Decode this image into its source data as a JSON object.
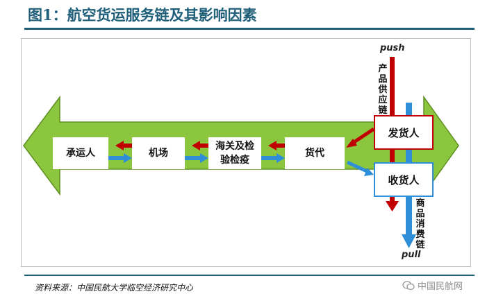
{
  "title": "图1：航空货运服务链及其影响因素",
  "flow_boxes": {
    "carrier": "承运人",
    "airport": "机场",
    "customs": "海关及检验检疫",
    "forwarder": "货代"
  },
  "parties": {
    "shipper": "发货人",
    "consignee": "收货人"
  },
  "labels": {
    "push": "push",
    "pull": "pull",
    "supply_chain": "产品供应链",
    "consumption_chain": "商品消费链"
  },
  "source": "资料来源：中国民航大学临空经济研究中心",
  "watermark": "中国民航网",
  "colors": {
    "green_arrow": "#8cc63f",
    "green_stroke": "#5c8f1f",
    "red_arrow": "#c00000",
    "blue_arrow": "#2e8fd8",
    "title_blue": "#1f5f7a"
  }
}
